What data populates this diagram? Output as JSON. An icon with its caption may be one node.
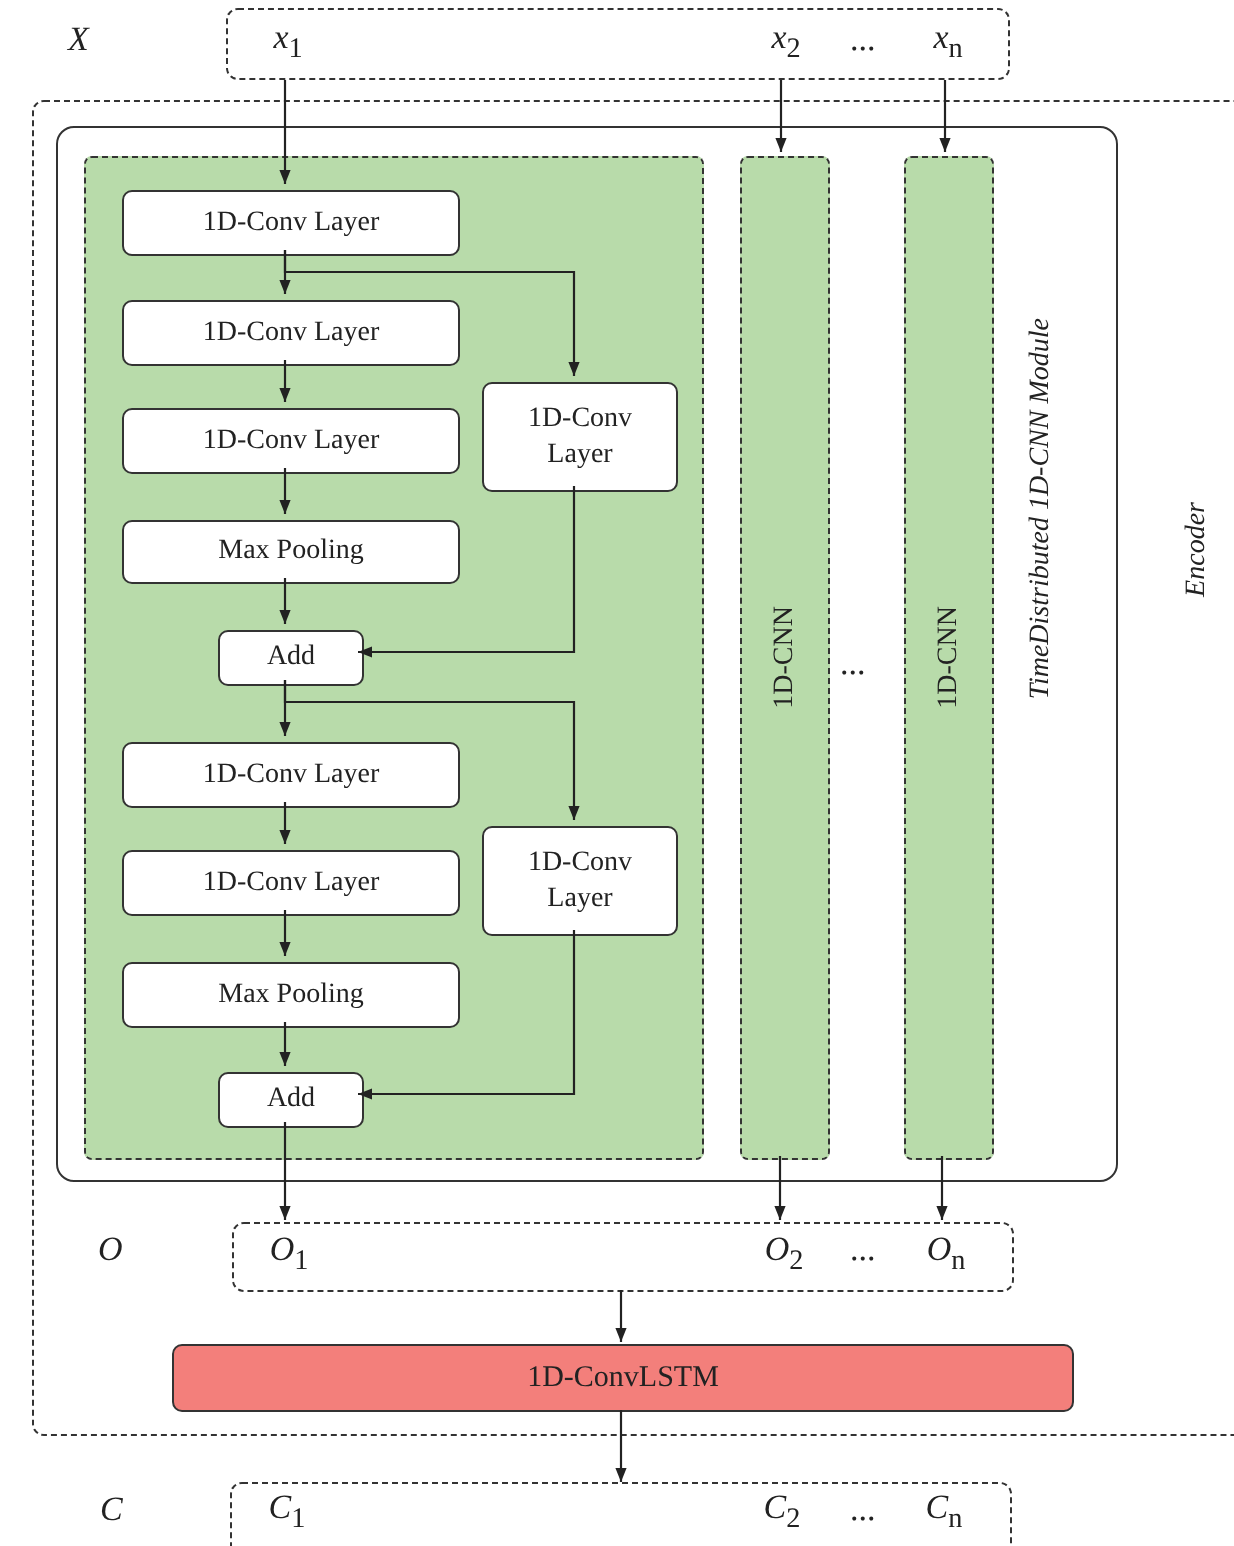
{
  "diagram": {
    "nodes": [
      {
        "text": [],
        "shape": "box"
      },
      {
        "text": [
          "*x*$_{1}$"
        ],
        "in": 0
      },
      {
        "text": [
          "*x*$_{2}$"
        ],
        "in": 0
      },
      {
        "text": [
          "*x*$_{n}$"
        ],
        "in": 0
      },
      {
        "text": [
          "Encoder"
        ]
      },
      {
        "text": [
          "TimeDistributed 1D-CNN Module"
        ],
        "in": 4
      },
      {
        "text": [],
        "shape": "box",
        "in": 5
      },
      {
        "text": [
          "1D-Conv Layer"
        ],
        "in": 6
      },
      {
        "text": [
          "1D-Conv Layer"
        ],
        "in": 6
      },
      {
        "text": [
          "1D-Conv Layer"
        ],
        "in": 6
      },
      {
        "text": [
          "1D-Conv Layer"
        ],
        "in": 6
      },
      {
        "text": [
          "Max Pooling"
        ],
        "in": 6
      },
      {
        "text": [
          "Add"
        ],
        "in": 6
      },
      {
        "text": [
          "1D-Conv Layer"
        ],
        "in": 6
      },
      {
        "text": [
          "1D-Conv Layer"
        ],
        "in": 6
      },
      {
        "text": [
          "1D-Conv Layer"
        ],
        "in": 6
      },
      {
        "text": [
          "Max Pooling"
        ],
        "in": 6
      },
      {
        "text": [
          "Add"
        ],
        "in": 6
      },
      {
        "text": [
          "1D-CNN"
        ],
        "in": 5
      },
      {
        "text": [
          "1D-CNN"
        ],
        "in": 5
      },
      {
        "text": [],
        "shape": "box",
        "in": 4
      },
      {
        "text": [
          "*O*$_{1}$"
        ],
        "in": 20
      },
      {
        "text": [
          "*O*$_{2}$"
        ],
        "in": 20
      },
      {
        "text": [
          "*O*$_{n}$"
        ],
        "in": 20
      },
      {
        "text": [
          "1D-ConvLSTM"
        ],
        "in": 4
      },
      {
        "text": [],
        "shape": "box"
      },
      {
        "text": [
          "*C*$_{1}$"
        ],
        "in": 25
      },
      {
        "text": [
          "*C*$_{2}$"
        ],
        "in": 25
      },
      {
        "text": [
          "*C*$_{n}$"
        ],
        "in": 25
      }
    ],
    "edges": [
      {
        "from": 1,
        "to": 7,
        "arrow": "to"
      },
      {
        "from": 2,
        "to": 18,
        "arrow": "to"
      },
      {
        "from": 3,
        "to": 19,
        "arrow": "to"
      },
      {
        "from": 7,
        "to": 8,
        "arrow": "to"
      },
      {
        "from": 7,
        "to": 10,
        "arrow": "to"
      },
      {
        "from": 8,
        "to": 9,
        "arrow": "to"
      },
      {
        "from": 9,
        "to": 11,
        "arrow": "to"
      },
      {
        "from": 11,
        "to": 12,
        "arrow": "to"
      },
      {
        "from": 10,
        "to": 12,
        "arrow": "to"
      },
      {
        "from": 12,
        "to": 13,
        "arrow": "to"
      },
      {
        "from": 12,
        "to": 15,
        "arrow": "to"
      },
      {
        "from": 13,
        "to": 14,
        "arrow": "to"
      },
      {
        "from": 14,
        "to": 16,
        "arrow": "to"
      },
      {
        "from": 16,
        "to": 17,
        "arrow": "to"
      },
      {
        "from": 15,
        "to": 17,
        "arrow": "to"
      },
      {
        "from": 17,
        "to": 21,
        "arrow": "to"
      },
      {
        "from": 18,
        "to": 22,
        "arrow": "to"
      },
      {
        "from": 19,
        "to": 23,
        "arrow": "to"
      },
      {
        "from": 20,
        "to": 24,
        "arrow": "to"
      },
      {
        "from": 24,
        "to": 25,
        "arrow": "to"
      }
    ],
    "labels": [
      "X",
      "...",
      "...",
      "O",
      "...",
      "C",
      "..."
    ]
  }
}
